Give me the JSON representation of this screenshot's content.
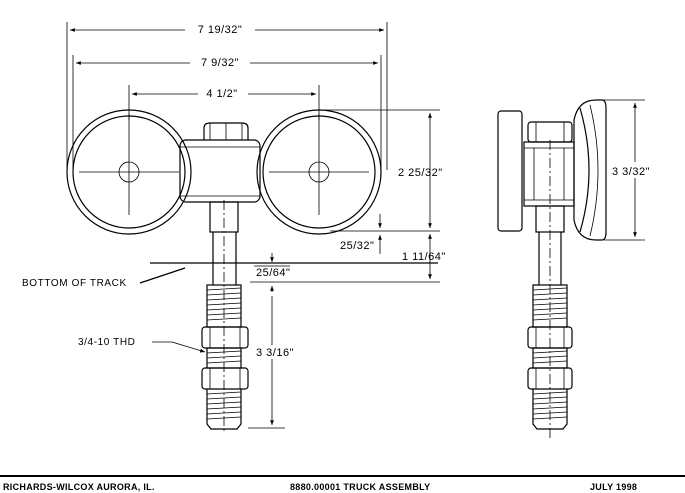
{
  "dimensions": {
    "overall_width": "7 19/32\"",
    "wheel_span": "7 9/32\"",
    "wheel_center_spacing": "4 1/2\"",
    "wheel_height": "2 25/32\"",
    "axle_below_track": "25/32\"",
    "track_to_stem": "1 11/64\"",
    "track_offset": "25/64\"",
    "bolt_length": "3 3/16\"",
    "side_height": "3 3/32\""
  },
  "labels": {
    "bottom_of_track": "BOTTOM OF TRACK",
    "thread": "3/4-10 THD"
  },
  "footer": {
    "company": "RICHARDS-WILCOX AURORA, IL.",
    "part": "8880.00001 TRUCK ASSEMBLY",
    "date": "JULY 1998"
  }
}
